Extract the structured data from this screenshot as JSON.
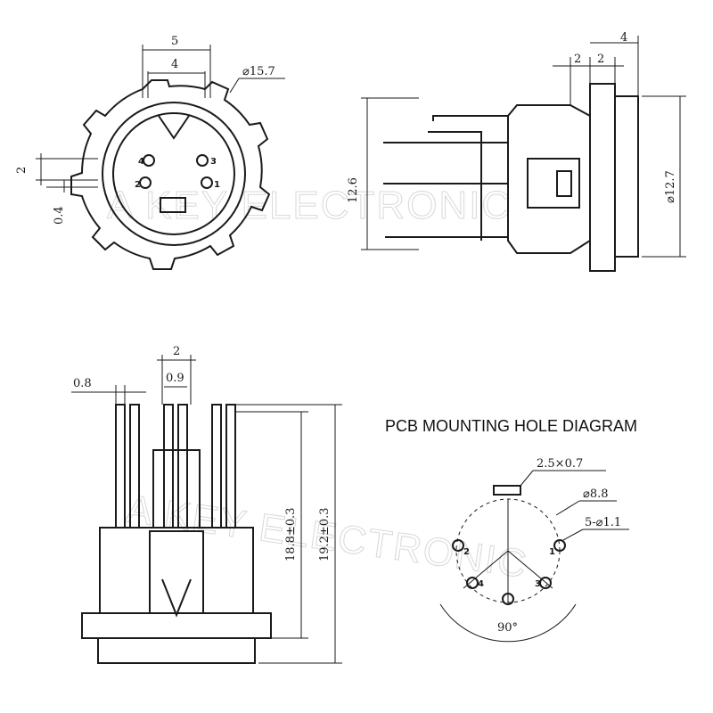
{
  "front_view": {
    "dim_width_outer": "5",
    "dim_width_inner": "4",
    "dim_diameter": "⌀15.7",
    "dim_pin_offset": "2",
    "dim_pin_offset_small": "0.4",
    "pin_labels": [
      "4",
      "3",
      "2",
      "1"
    ]
  },
  "side_view": {
    "dim_top_left": "2",
    "dim_top_mid": "2",
    "dim_top_overall": "4",
    "dim_height": "12.6",
    "dim_diameter": "⌀12.7"
  },
  "bottom_view": {
    "dim_pin_pitch": "2",
    "dim_pin_width": "0.9",
    "dim_pin_thickness": "0.8",
    "dim_height_inner": "18.8±0.3",
    "dim_height_outer": "19.2±0.3"
  },
  "pcb_diagram": {
    "title": "PCB MOUNTING HOLE DIAGRAM",
    "slot": "2.5×0.7",
    "circle_diameter": "⌀8.8",
    "holes": "5-⌀1.1",
    "angle": "90°",
    "pin_labels": [
      "2",
      "1",
      "4",
      "3"
    ]
  },
  "watermark": "A KEY ELECTRONIC"
}
